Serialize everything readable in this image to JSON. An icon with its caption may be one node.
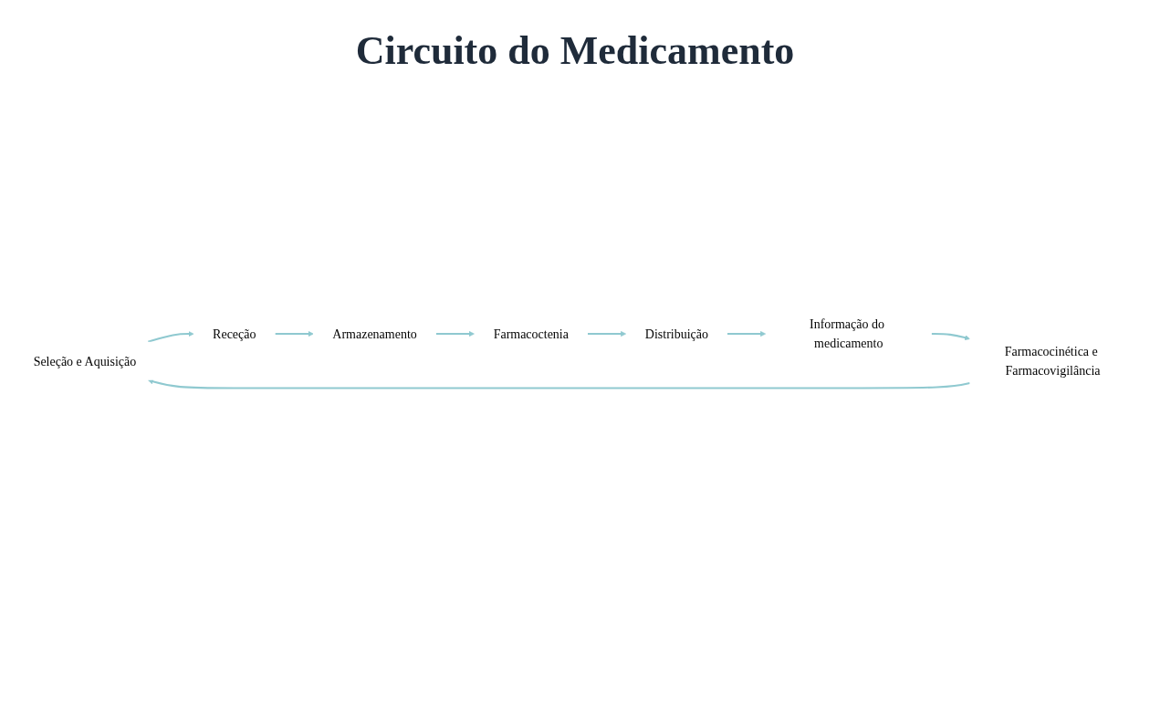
{
  "diagram": {
    "title": "Circuito do Medicamento",
    "nodes": [
      {
        "text": [
          "Seleção e Aquisição"
        ]
      },
      {
        "text": [
          "Receção"
        ]
      },
      {
        "text": [
          "Armazenamento"
        ]
      },
      {
        "text": [
          "Farmacoctenia"
        ]
      },
      {
        "text": [
          "Distribuição"
        ]
      },
      {
        "text": [
          "Informação do medicamento"
        ]
      },
      {
        "text": [
          "Farmacocinética e Farmacovigilância"
        ]
      }
    ],
    "edges": [
      {
        "from": 0,
        "to": 1,
        "arrow": "to"
      },
      {
        "from": 1,
        "to": 2,
        "arrow": "to"
      },
      {
        "from": 2,
        "to": 3,
        "arrow": "to"
      },
      {
        "from": 3,
        "to": 4,
        "arrow": "to"
      },
      {
        "from": 4,
        "to": 5,
        "arrow": "to"
      },
      {
        "from": 5,
        "to": 6,
        "arrow": "to"
      },
      {
        "from": 6,
        "to": 0,
        "arrow": "to"
      }
    ]
  }
}
